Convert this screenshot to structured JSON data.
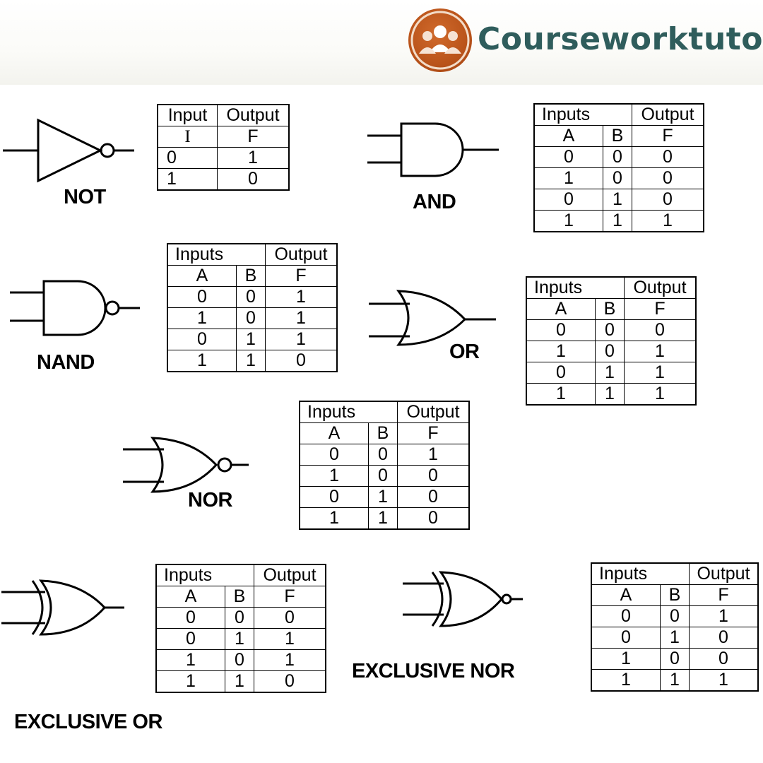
{
  "brand": {
    "name": "Courseworktutors",
    "logo_icon": "people-group-icon",
    "accent": "#c05a1f",
    "text_color": "#2f5d5c"
  },
  "gates": {
    "not": {
      "label": "NOT"
    },
    "and": {
      "label": "AND"
    },
    "nand": {
      "label": "NAND"
    },
    "or": {
      "label": "OR"
    },
    "nor": {
      "label": "NOR"
    },
    "xor": {
      "label": "EXCLUSIVE OR"
    },
    "xnor": {
      "label": "EXCLUSIVE NOR"
    }
  },
  "tables": {
    "not": {
      "headers": [
        "Input",
        "Output"
      ],
      "sub": [
        "I",
        "F"
      ],
      "rows": [
        [
          "0",
          "1"
        ],
        [
          "1",
          "0"
        ]
      ]
    },
    "and": {
      "headers": [
        "Inputs",
        "Output"
      ],
      "sub": [
        "A",
        "B",
        "F"
      ],
      "rows": [
        [
          "0",
          "0",
          "0"
        ],
        [
          "1",
          "0",
          "0"
        ],
        [
          "0",
          "1",
          "0"
        ],
        [
          "1",
          "1",
          "1"
        ]
      ]
    },
    "nand": {
      "headers": [
        "Inputs",
        "Output"
      ],
      "sub": [
        "A",
        "B",
        "F"
      ],
      "rows": [
        [
          "0",
          "0",
          "1"
        ],
        [
          "1",
          "0",
          "1"
        ],
        [
          "0",
          "1",
          "1"
        ],
        [
          "1",
          "1",
          "0"
        ]
      ]
    },
    "or": {
      "headers": [
        "Inputs",
        "Output"
      ],
      "sub": [
        "A",
        "B",
        "F"
      ],
      "rows": [
        [
          "0",
          "0",
          "0"
        ],
        [
          "1",
          "0",
          "1"
        ],
        [
          "0",
          "1",
          "1"
        ],
        [
          "1",
          "1",
          "1"
        ]
      ]
    },
    "nor": {
      "headers": [
        "Inputs",
        "Output"
      ],
      "sub": [
        "A",
        "B",
        "F"
      ],
      "rows": [
        [
          "0",
          "0",
          "1"
        ],
        [
          "1",
          "0",
          "0"
        ],
        [
          "0",
          "1",
          "0"
        ],
        [
          "1",
          "1",
          "0"
        ]
      ]
    },
    "xor": {
      "headers": [
        "Inputs",
        "Output"
      ],
      "sub": [
        "A",
        "B",
        "F"
      ],
      "rows": [
        [
          "0",
          "0",
          "0"
        ],
        [
          "0",
          "1",
          "1"
        ],
        [
          "1",
          "0",
          "1"
        ],
        [
          "1",
          "1",
          "0"
        ]
      ]
    },
    "xnor": {
      "headers": [
        "Inputs",
        "Output"
      ],
      "sub": [
        "A",
        "B",
        "F"
      ],
      "rows": [
        [
          "0",
          "0",
          "1"
        ],
        [
          "0",
          "1",
          "0"
        ],
        [
          "1",
          "0",
          "0"
        ],
        [
          "1",
          "1",
          "1"
        ]
      ]
    }
  }
}
